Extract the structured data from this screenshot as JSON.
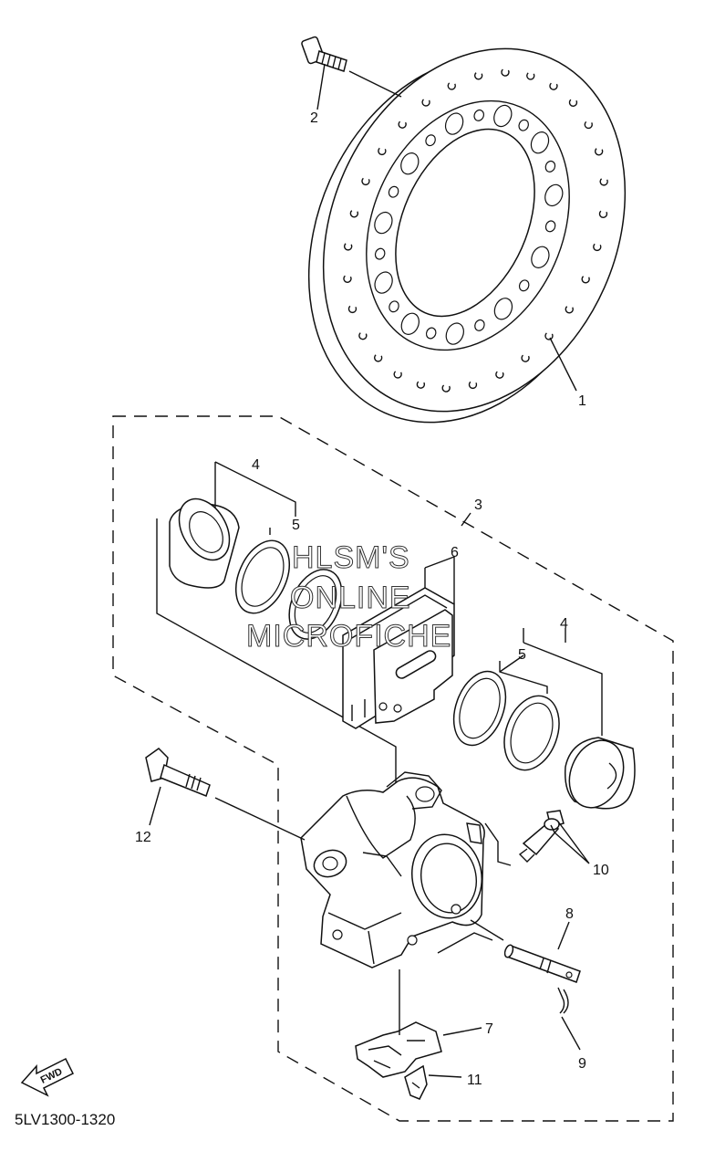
{
  "diagram": {
    "callouts": [
      "1",
      "2",
      "3",
      "4",
      "5",
      "6",
      "4",
      "5",
      "8",
      "10",
      "12",
      "7",
      "9",
      "11"
    ],
    "part_code": "5LV1300-1320",
    "watermark": [
      "HLSM'S",
      "ONLINE",
      "MICROFICHE"
    ],
    "fwd_badge": "FWD"
  }
}
